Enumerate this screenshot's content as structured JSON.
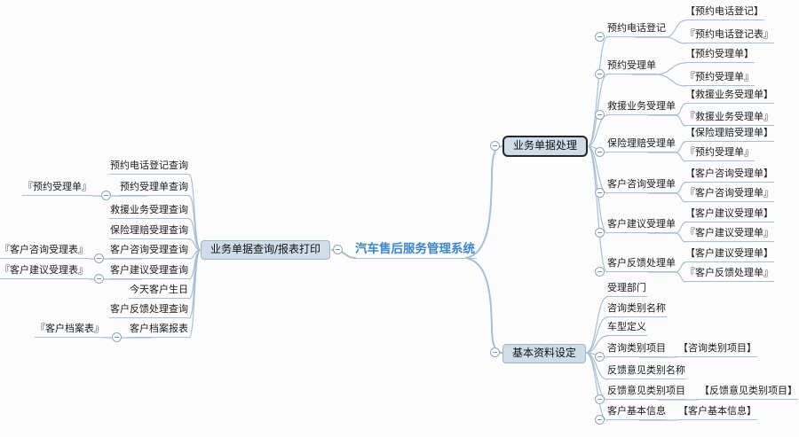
{
  "app": {
    "title": "汽车售后服务管理系统"
  },
  "colors": {
    "root_text": "#3e86c8",
    "branch_line": "#a8bfd3",
    "topic_fill": "#cfdde9",
    "selected_border": "#262626"
  },
  "mindmap": {
    "root": {
      "id": "root",
      "label": "汽车售后服务管理系统"
    },
    "branches": [
      {
        "id": "docs",
        "label": "业务单据处理",
        "selected": true,
        "children": [
          {
            "id": "d1",
            "label": "预约电话登记",
            "children": [
              {
                "id": "d1a",
                "label": "【预约电话登记】"
              },
              {
                "id": "d1b",
                "label": "『预约电话登记表』"
              }
            ]
          },
          {
            "id": "d2",
            "label": "预约受理单",
            "children": [
              {
                "id": "d2a",
                "label": "【预约受理单】"
              },
              {
                "id": "d2b",
                "label": "『预约受理单』"
              }
            ]
          },
          {
            "id": "d3",
            "label": "救援业务受理单",
            "children": [
              {
                "id": "d3a",
                "label": "【救援业务受理单】"
              },
              {
                "id": "d3b",
                "label": "『救援业务受理单』"
              }
            ]
          },
          {
            "id": "d4",
            "label": "保险理赔受理单",
            "children": [
              {
                "id": "d4a",
                "label": "【保险理赔受理单】"
              },
              {
                "id": "d4b",
                "label": "『预约受理单』"
              }
            ]
          },
          {
            "id": "d5",
            "label": "客户咨询受理单",
            "children": [
              {
                "id": "d5a",
                "label": "【客户咨询受理单】"
              },
              {
                "id": "d5b",
                "label": "『客户咨询受理单』"
              }
            ]
          },
          {
            "id": "d6",
            "label": "客户建议受理单",
            "children": [
              {
                "id": "d6a",
                "label": "【客户建议受理单】"
              },
              {
                "id": "d6b",
                "label": "『客户建议受理单』"
              }
            ]
          },
          {
            "id": "d7",
            "label": "客户反馈处理单",
            "children": [
              {
                "id": "d7a",
                "label": "【客户建议受理单】"
              },
              {
                "id": "d7b",
                "label": "『客户反馈处理单』"
              }
            ]
          }
        ]
      },
      {
        "id": "basic",
        "label": "基本资料设定",
        "selected": false,
        "children": [
          {
            "id": "b1",
            "label": "受理部门"
          },
          {
            "id": "b2",
            "label": "咨询类别名称"
          },
          {
            "id": "b3",
            "label": "车型定义"
          },
          {
            "id": "b4",
            "label": "咨询类别项目",
            "children": [
              {
                "id": "b4a",
                "label": "【咨询类别项目】"
              }
            ]
          },
          {
            "id": "b5",
            "label": "反馈意见类别名称"
          },
          {
            "id": "b6",
            "label": "反馈意见类别项目",
            "children": [
              {
                "id": "b6a",
                "label": "【反馈意见类别项目】"
              }
            ]
          },
          {
            "id": "b7",
            "label": "客户基本信息",
            "children": [
              {
                "id": "b7a",
                "label": "【客户基本信息】"
              }
            ]
          }
        ]
      },
      {
        "id": "query",
        "label": "业务单据查询/报表打印",
        "selected": false,
        "children": [
          {
            "id": "q1",
            "label": "预约电话登记查询"
          },
          {
            "id": "q2",
            "label": "预约受理单查询",
            "children": [
              {
                "id": "q2a",
                "label": "『预约受理单』"
              }
            ]
          },
          {
            "id": "q3",
            "label": "救援业务受理查询"
          },
          {
            "id": "q4",
            "label": "保险理赔受理查询"
          },
          {
            "id": "q5",
            "label": "客户咨询受理查询",
            "children": [
              {
                "id": "q5a",
                "label": "『客户咨询受理表』"
              }
            ]
          },
          {
            "id": "q6",
            "label": "客户建议受理查询",
            "children": [
              {
                "id": "q6a",
                "label": "『客户建议受理表』"
              }
            ]
          },
          {
            "id": "q7",
            "label": "今天客户生日"
          },
          {
            "id": "q8",
            "label": "客户反馈处理查询"
          },
          {
            "id": "q9",
            "label": "客户档案报表",
            "children": [
              {
                "id": "q9a",
                "label": "『客户档案表』"
              }
            ]
          }
        ]
      }
    ]
  }
}
